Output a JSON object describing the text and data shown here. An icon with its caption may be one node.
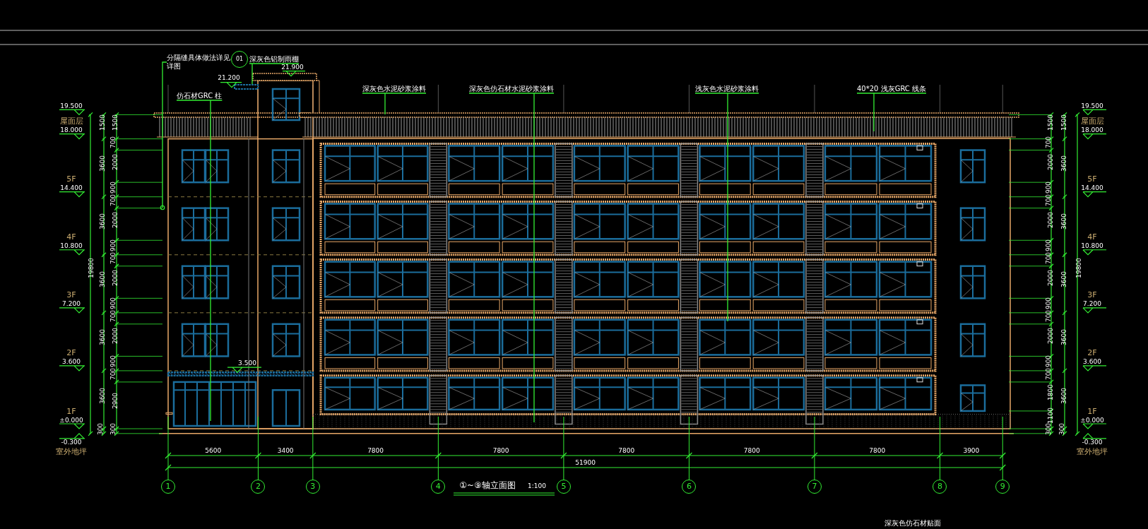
{
  "diagram": {
    "title": "①~⑨轴立面图",
    "nodes": [
      {
        "text": [
          "分隔缝具体做法详见",
          "详图"
        ]
      },
      {
        "text": [
          "深灰色铝制雨棚"
        ]
      },
      {
        "text": [
          "仿石材GRC 柱"
        ]
      },
      {
        "text": [
          "深灰色水泥砂浆涂料"
        ]
      },
      {
        "text": [
          "深灰色仿石材水泥砂浆涂料"
        ]
      },
      {
        "text": [
          "浅灰色水泥砂浆涂料"
        ]
      },
      {
        "text": [
          "40*20 浅灰GRC 线条"
        ]
      },
      {
        "text": [
          "1"
        ]
      },
      {
        "text": [
          "2"
        ]
      },
      {
        "text": [
          "3"
        ]
      },
      {
        "text": [
          "4"
        ]
      },
      {
        "text": [
          "5"
        ]
      },
      {
        "text": [
          "6"
        ]
      },
      {
        "text": [
          "7"
        ]
      },
      {
        "text": [
          "8"
        ]
      },
      {
        "text": [
          "9"
        ]
      }
    ],
    "edges": [
      {
        "from": 0,
        "to": null,
        "arrow": "other"
      },
      {
        "from": 1,
        "to": null,
        "arrow": "none"
      },
      {
        "from": 2,
        "to": null,
        "arrow": "none"
      },
      {
        "from": 3,
        "to": null,
        "arrow": "none"
      },
      {
        "from": 4,
        "to": null,
        "arrow": "none"
      },
      {
        "from": 5,
        "to": null,
        "arrow": "none"
      },
      {
        "from": 6,
        "to": null,
        "arrow": "none"
      }
    ],
    "labels": [
      "01",
      "21.200",
      "21.900",
      "19.500",
      "屋面层",
      "18.000",
      "5F",
      "14.400",
      "4F",
      "10.800",
      "3F",
      "7.200",
      "2F",
      "3.600",
      "1F",
      "±0.000",
      "-0.300",
      "室外地坪",
      "19.500",
      "屋面层",
      "18.000",
      "5F",
      "14.400",
      "4F",
      "10.800",
      "3F",
      "7.200",
      "2F",
      "3.600",
      "1F",
      "±0.000",
      "-0.300",
      "室外地坪",
      "3.500",
      "1500",
      "3600",
      "3600",
      "3600",
      "3600",
      "3600",
      "300",
      "1500",
      "700",
      "2000",
      "900",
      "700",
      "2000",
      "900",
      "700",
      "2000",
      "900",
      "700",
      "2000",
      "900",
      "700",
      "2900",
      "300",
      "19800",
      "1500",
      "700",
      "2000",
      "900",
      "700",
      "2000",
      "900",
      "700",
      "2000",
      "900",
      "700",
      "2000",
      "900",
      "700",
      "1800",
      "1100",
      "300",
      "1500",
      "3600",
      "3600",
      "3600",
      "3600",
      "3600",
      "300",
      "19800",
      "5600",
      "3400",
      "7800",
      "7800",
      "7800",
      "7800",
      "7800",
      "3900",
      "51900",
      "1:100",
      "深灰色仿石材贴面"
    ]
  }
}
